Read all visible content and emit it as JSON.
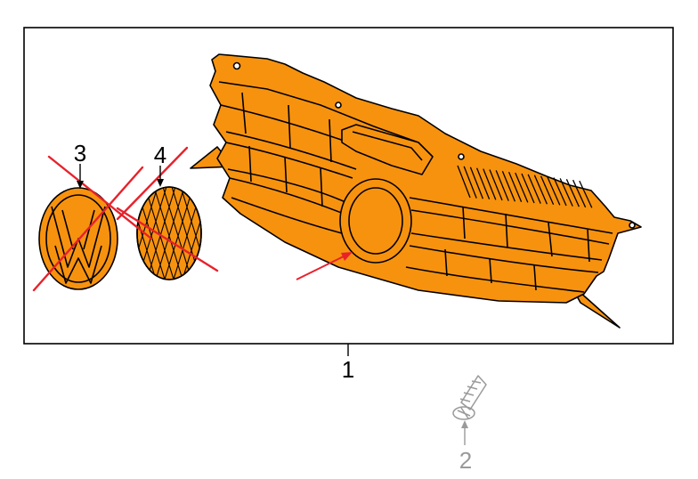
{
  "callouts": {
    "part_1": "1",
    "part_2": "2",
    "part_3": "3",
    "part_4": "4"
  },
  "colors": {
    "part_fill": "#f7920f",
    "outline": "#000000",
    "cross_out": "#e8212b",
    "pointer_arrow": "#e8212b",
    "separate_part": "#9a9a9a"
  },
  "icons": {
    "emblem": "vw-emblem-icon",
    "emblem_insert": "mesh-insert-icon",
    "grille": "radiator-grille-icon",
    "screw": "tapping-screw-icon"
  },
  "crossed_out_parts": [
    "3",
    "4"
  ]
}
